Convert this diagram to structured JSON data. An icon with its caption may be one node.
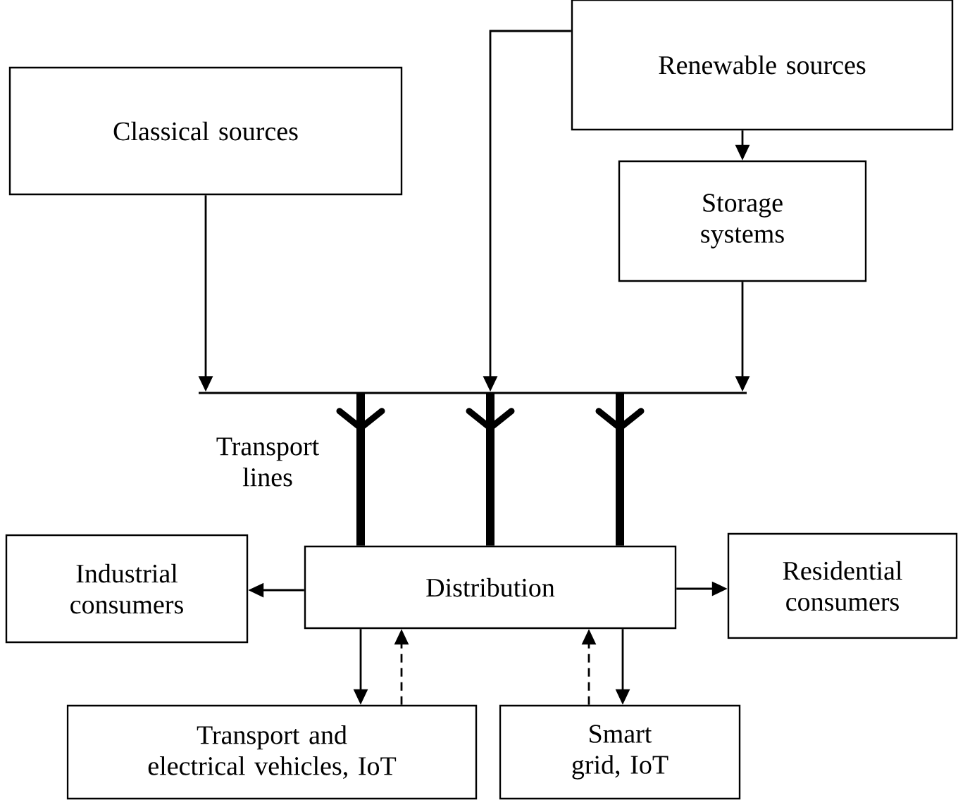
{
  "diagram": {
    "nodes": [
      {
        "text": [
          "Renewable sources"
        ]
      },
      {
        "text": [
          "Classical sources"
        ]
      },
      {
        "text": [
          "Storage systems"
        ]
      },
      {
        "text": [],
        "shape": "bar"
      },
      {
        "text": [
          "Industrial consumers"
        ]
      },
      {
        "text": [
          "Distribution"
        ]
      },
      {
        "text": [
          "Residential consumers"
        ]
      },
      {
        "text": [
          "Transport and electrical vehicles, IoT"
        ]
      },
      {
        "text": [
          "Smart grid, IoT"
        ]
      }
    ],
    "edges": [
      {
        "from": 0,
        "to": 2,
        "arrow": "to"
      },
      {
        "from": 1,
        "to": 3,
        "arrow": "to"
      },
      {
        "from": 0,
        "to": 3,
        "arrow": "to"
      },
      {
        "from": 2,
        "to": 3,
        "arrow": "to"
      },
      {
        "from": 3,
        "to": 5,
        "arrow": "to",
        "style": "thick"
      },
      {
        "from": 3,
        "to": 5,
        "arrow": "to",
        "style": "thick"
      },
      {
        "from": 3,
        "to": 5,
        "arrow": "to",
        "style": "thick"
      },
      {
        "from": 5,
        "to": 4,
        "arrow": "to"
      },
      {
        "from": 5,
        "to": 6,
        "arrow": "to"
      },
      {
        "from": 5,
        "to": 7,
        "arrow": "to"
      },
      {
        "from": 7,
        "to": 5,
        "arrow": "to",
        "style": "dashed"
      },
      {
        "from": 8,
        "to": 5,
        "arrow": "to",
        "style": "dashed"
      },
      {
        "from": 5,
        "to": 8,
        "arrow": "to"
      }
    ],
    "labels": [
      "Transport lines"
    ]
  }
}
